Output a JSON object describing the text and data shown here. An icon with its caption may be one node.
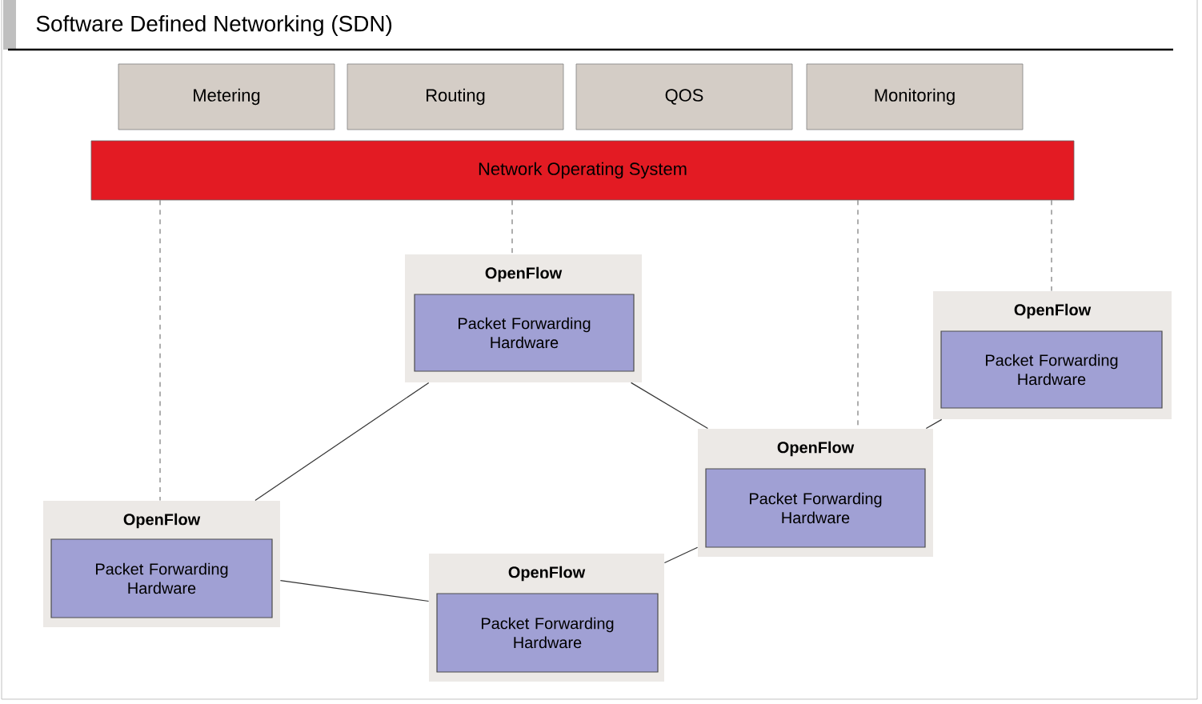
{
  "diagram": {
    "title": "Software Defined Networking (SDN)",
    "nodes": [
      {
        "text": [
          "Metering"
        ]
      },
      {
        "text": [
          "Routing"
        ]
      },
      {
        "text": [
          "QOS"
        ]
      },
      {
        "text": [
          "Monitoring"
        ]
      },
      {
        "text": [
          "Network Operating System"
        ]
      },
      {
        "text": [
          "OpenFlow"
        ]
      },
      {
        "text": [
          "Packet Forwarding Hardware"
        ],
        "in": 5
      },
      {
        "text": [
          "OpenFlow"
        ]
      },
      {
        "text": [
          "Packet Forwarding Hardware"
        ],
        "in": 7
      },
      {
        "text": [
          "OpenFlow"
        ]
      },
      {
        "text": [
          "Packet Forwarding Hardware"
        ],
        "in": 9
      },
      {
        "text": [
          "OpenFlow"
        ]
      },
      {
        "text": [
          "Packet Forwarding Hardware"
        ],
        "in": 11
      },
      {
        "text": [
          "OpenFlow"
        ]
      },
      {
        "text": [
          "Packet Forwarding Hardware"
        ],
        "in": 13
      }
    ],
    "edges": [
      {
        "from": 4,
        "to": 11,
        "arrow": "none",
        "style": "dashed"
      },
      {
        "from": 4,
        "to": 5,
        "arrow": "none",
        "style": "dashed"
      },
      {
        "from": 4,
        "to": 9,
        "arrow": "none",
        "style": "dashed"
      },
      {
        "from": 4,
        "to": 7,
        "arrow": "none",
        "style": "dashed"
      },
      {
        "from": 11,
        "to": 5,
        "arrow": "none"
      },
      {
        "from": 5,
        "to": 9,
        "arrow": "none"
      },
      {
        "from": 11,
        "to": 13,
        "arrow": "none"
      },
      {
        "from": 13,
        "to": 9,
        "arrow": "none"
      },
      {
        "from": 9,
        "to": 7,
        "arrow": "none"
      }
    ]
  }
}
